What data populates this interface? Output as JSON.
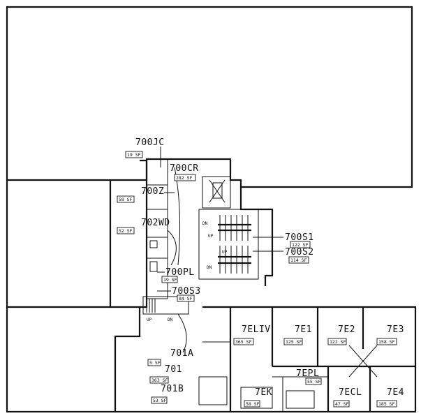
{
  "rooms": [
    {
      "id": "700JC",
      "label": "700JC",
      "area": "19 SF"
    },
    {
      "id": "700CR",
      "label": "700CR",
      "area": "282 SF"
    },
    {
      "id": "700Z",
      "label": "700Z",
      "area": "58 SF"
    },
    {
      "id": "702WD",
      "label": "702WD",
      "area": "52 SF"
    },
    {
      "id": "700PL",
      "label": "700PL",
      "area": "19 SF"
    },
    {
      "id": "700S3",
      "label": "700S3",
      "area": "84 SF"
    },
    {
      "id": "700S1",
      "label": "700S1",
      "area": "122 SF"
    },
    {
      "id": "700S2",
      "label": "700S2",
      "area": "114 SF"
    },
    {
      "id": "701A",
      "label": "701A",
      "area": "5 SF"
    },
    {
      "id": "701",
      "label": "701",
      "area": "363 SF"
    },
    {
      "id": "701B",
      "label": "701B",
      "area": "53 SF"
    },
    {
      "id": "7ELIV",
      "label": "7ELIV",
      "area": "365 SF"
    },
    {
      "id": "7E1",
      "label": "7E1",
      "area": "125 SF"
    },
    {
      "id": "7E2",
      "label": "7E2",
      "area": "122 SF"
    },
    {
      "id": "7E3",
      "label": "7E3",
      "area": "158 SF"
    },
    {
      "id": "7EPL",
      "label": "7EPL",
      "area": "55 SF"
    },
    {
      "id": "7EK",
      "label": "7EK",
      "area": "58 SF"
    },
    {
      "id": "7ECL",
      "label": "7ECL",
      "area": "47 SF"
    },
    {
      "id": "7E4",
      "label": "7E4",
      "area": "185 SF"
    }
  ],
  "stair_marks": {
    "up": "UP",
    "down": "DN"
  }
}
